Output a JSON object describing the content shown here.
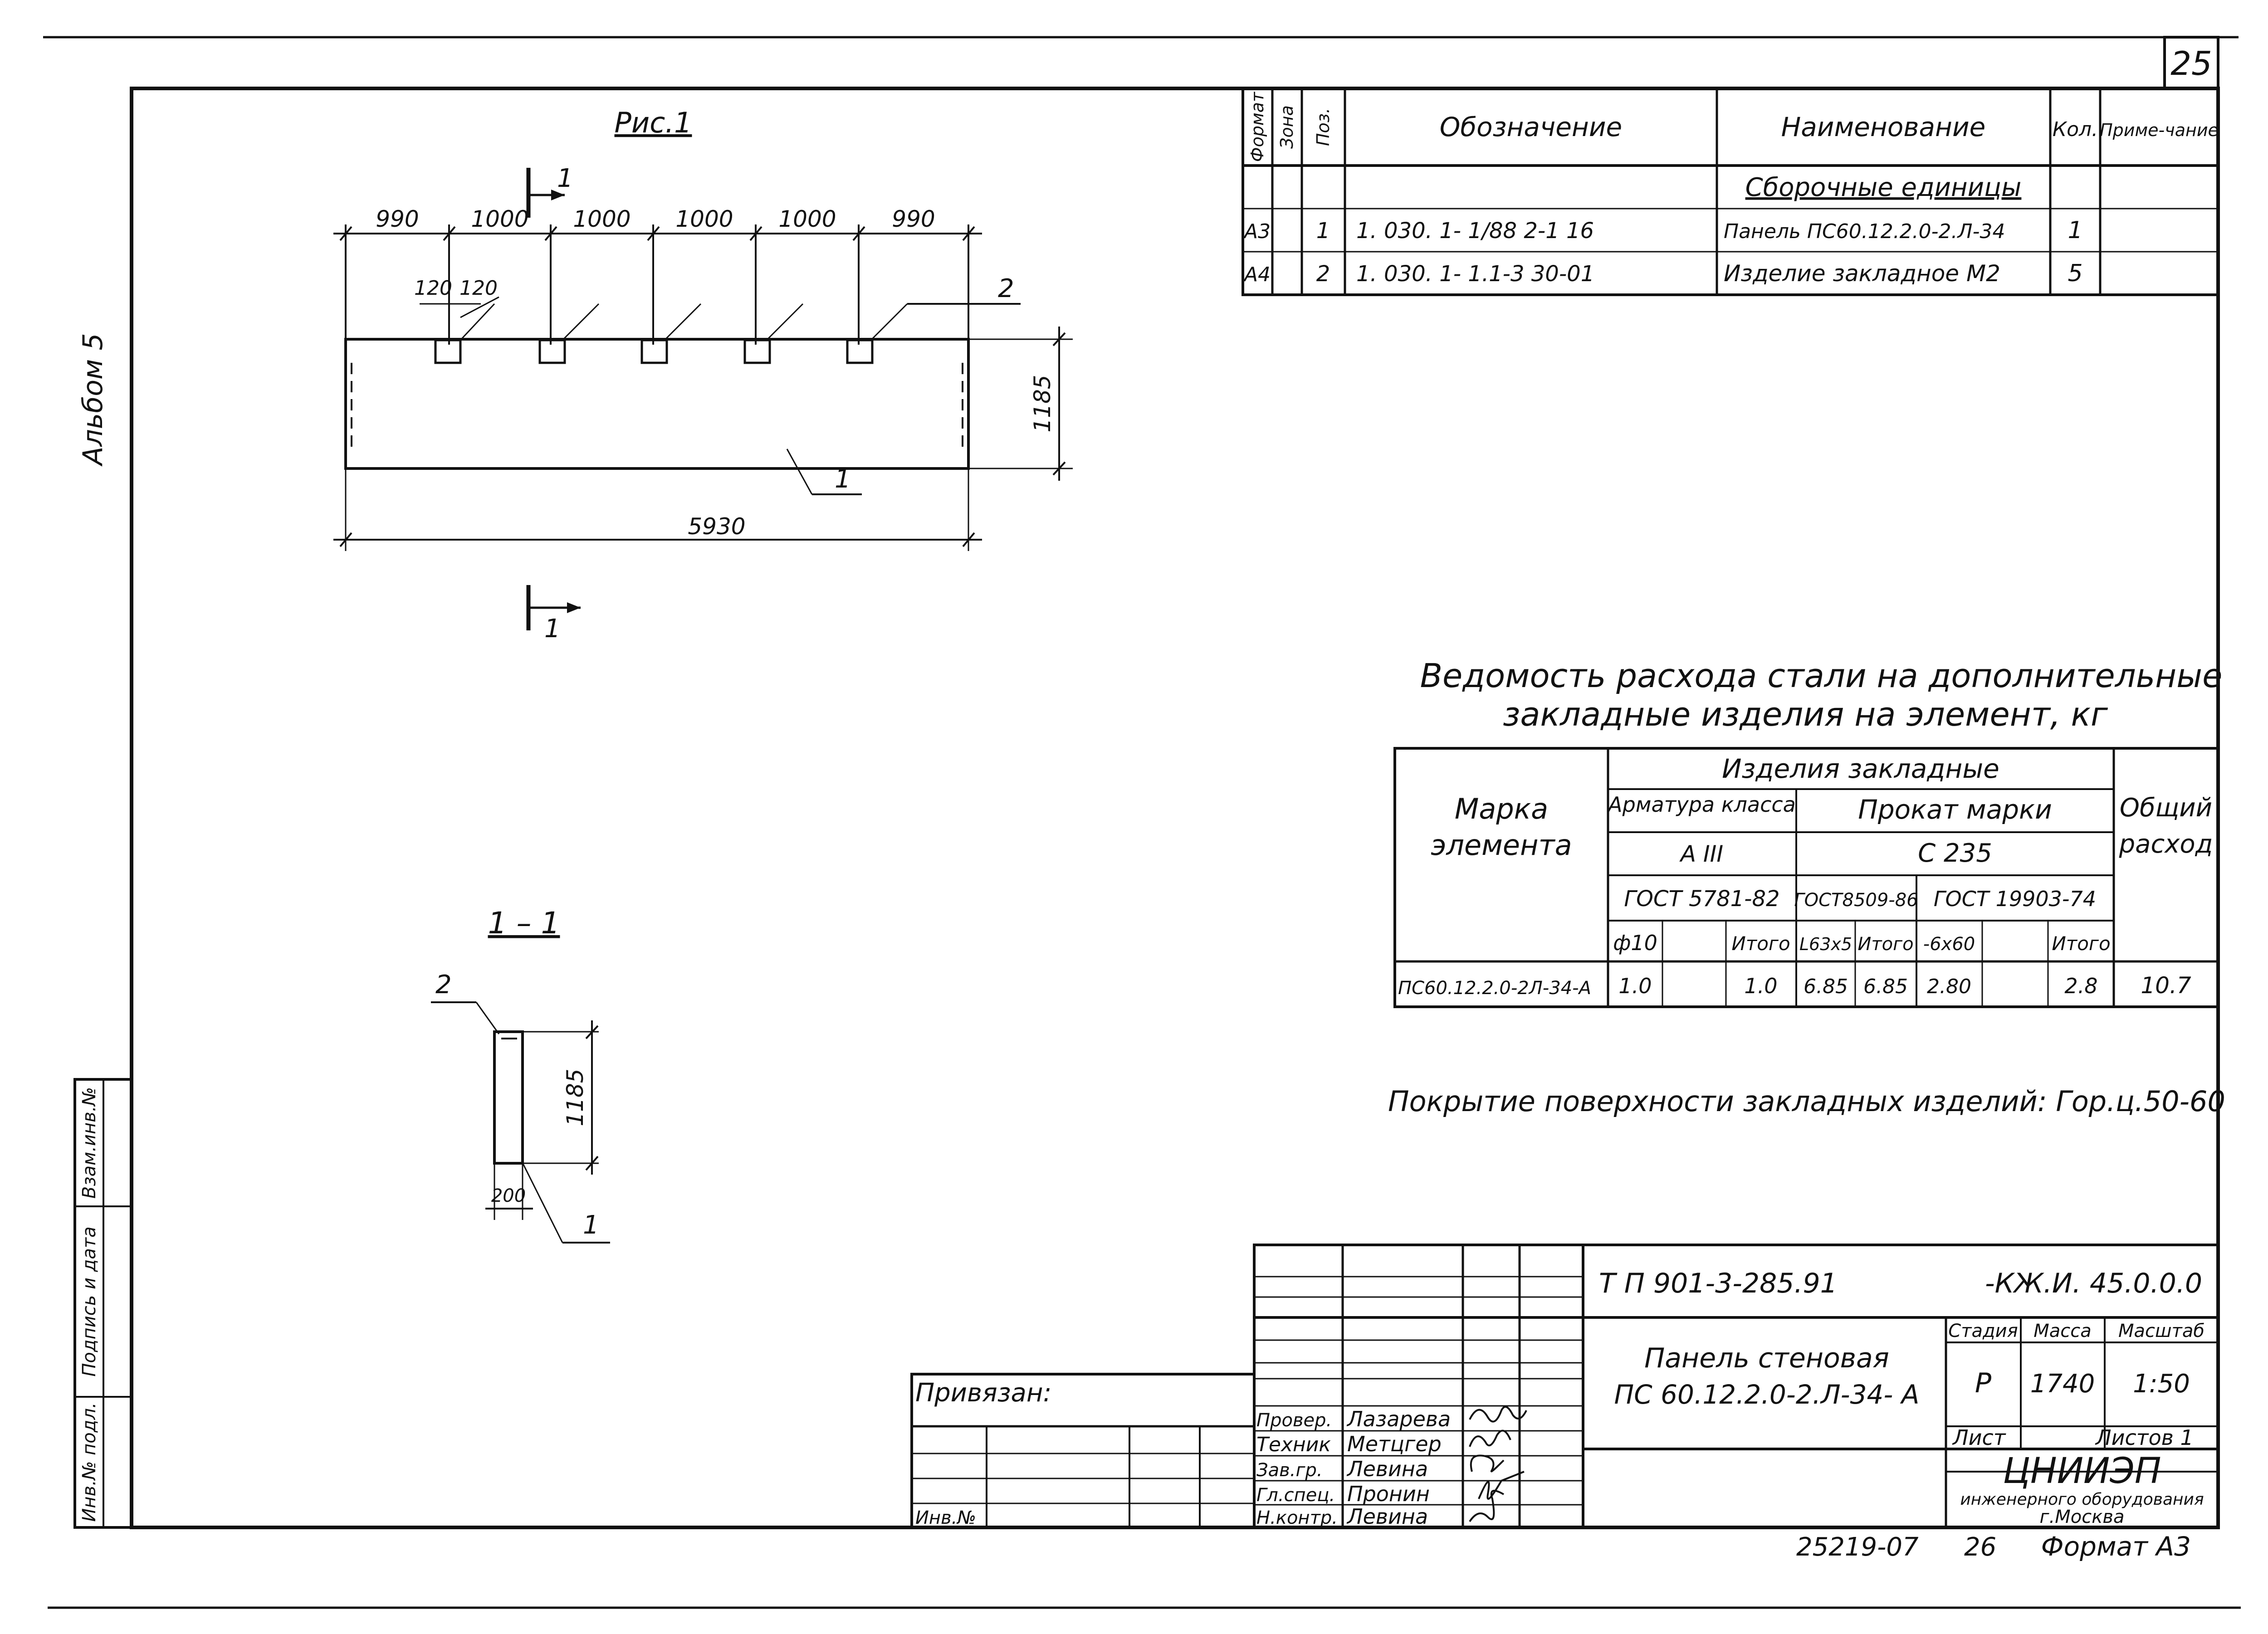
{
  "sheet_number": "25",
  "album_label": "Альбом 5",
  "figure_title": "Рис.1",
  "section_label": "1 – 1",
  "section_mark": "1",
  "front_view": {
    "top_dims": [
      "990",
      "1000",
      "1000",
      "1000",
      "1000",
      "990"
    ],
    "small_dims": [
      "120",
      "120"
    ],
    "height_dim": "1185",
    "total_length": "5930",
    "callout_1": "1",
    "callout_2": "2"
  },
  "section_view": {
    "height_dim": "1185",
    "width_dim": "200",
    "callout_1": "1",
    "callout_2": "2"
  },
  "spec_table": {
    "headers": {
      "format": "Формат",
      "zone": "Зона",
      "pos": "Поз.",
      "designation": "Обозначение",
      "name": "Наименование",
      "qty": "Кол.",
      "note": "Приме-чание"
    },
    "section_heading": "Сборочные единицы",
    "rows": [
      {
        "format": "А3",
        "pos": "1",
        "designation": "1. 030. 1- 1/88  2-1  16",
        "name": "Панель ПС60.12.2.0-2.Л-34",
        "qty": "1"
      },
      {
        "format": "А4",
        "pos": "2",
        "designation": "1. 030. 1- 1.1-3     30-01",
        "name": "Изделие закладное М2",
        "qty": "5"
      }
    ]
  },
  "steel_table": {
    "title_line1": "Ведомость расхода стали на дополнительные",
    "title_line2": "закладные изделия на элемент, кг",
    "col_mark": "Марка элемента",
    "col_group": "Изделия закладные",
    "col_armature": "Арматура класса",
    "col_rolled": "Прокат марки",
    "armature_class": "А III",
    "rolled_grade": "С 235",
    "gost_armature": "ГОСТ 5781-82",
    "gost_rolled_1": "ГОСТ8509-86",
    "gost_rolled_2": "ГОСТ 19903-74",
    "sub_phi10": "ф10",
    "sub_total": "Итого",
    "sub_angle": "L63х5",
    "sub_strip": "-6х60",
    "col_general": "Общий расход",
    "row": {
      "mark": "ПС60.12.2.0-2Л-34-А",
      "phi10": "1.0",
      "total_arm": "1.0",
      "angle": "6.85",
      "total_angle": "6.85",
      "strip": "2.80",
      "total_rolled": "2.8",
      "general": "10.7"
    }
  },
  "coating_note": "Покрытие поверхности закладных изделий: Гор.ц.50-60",
  "title_block": {
    "project_code": "Т П  901-3-285.91",
    "doc_code": "-КЖ.И. 45.0.0.0",
    "item_name_1": "Панель стеновая",
    "item_name_2": "ПС 60.12.2.0-2.Л-34- А",
    "stage_label": "Стадия",
    "mass_label": "Масса",
    "scale_label": "Масштаб",
    "stage": "Р",
    "mass": "1740",
    "scale": "1:50",
    "sheet_label": "Лист",
    "sheets_label": "Листов 1",
    "org_name": "ЦНИИЭП",
    "org_sub": "инженерного оборудования",
    "org_city": "г.Москва",
    "roles": [
      {
        "role": "Провер.",
        "name": "Лазарева"
      },
      {
        "role": "Техник",
        "name": "Метцгер"
      },
      {
        "role": "Зав.гр.",
        "name": "Левина"
      },
      {
        "role": "Гл.спец.",
        "name": "Пронин"
      },
      {
        "role": "Н.контр.",
        "name": "Левина"
      }
    ]
  },
  "binding_label": "Привязан:",
  "inv_label": "Инв.№",
  "side_stamp": {
    "inv_orig": "Инв.№ подл.",
    "sign_date": "Подпись и дата",
    "replace_inv": "Взам.инв.№"
  },
  "bottom_code": "25219-07",
  "bottom_page": "26",
  "format_label": "Формат А3"
}
